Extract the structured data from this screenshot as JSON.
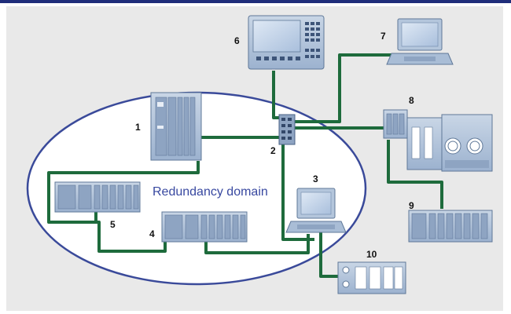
{
  "diagram": {
    "domain_label": "Redundancy domain",
    "labels": {
      "n1": "1",
      "n2": "2",
      "n3": "3",
      "n4": "4",
      "n5": "5",
      "n6": "6",
      "n7": "7",
      "n8": "8",
      "n9": "9",
      "n10": "10"
    },
    "colors": {
      "cable": "#1e6b3c",
      "ellipse": "#3a4a9a",
      "device": "#a9bdd6",
      "device_dark": "#6f88aa",
      "rule": "#1f2d7a"
    }
  }
}
